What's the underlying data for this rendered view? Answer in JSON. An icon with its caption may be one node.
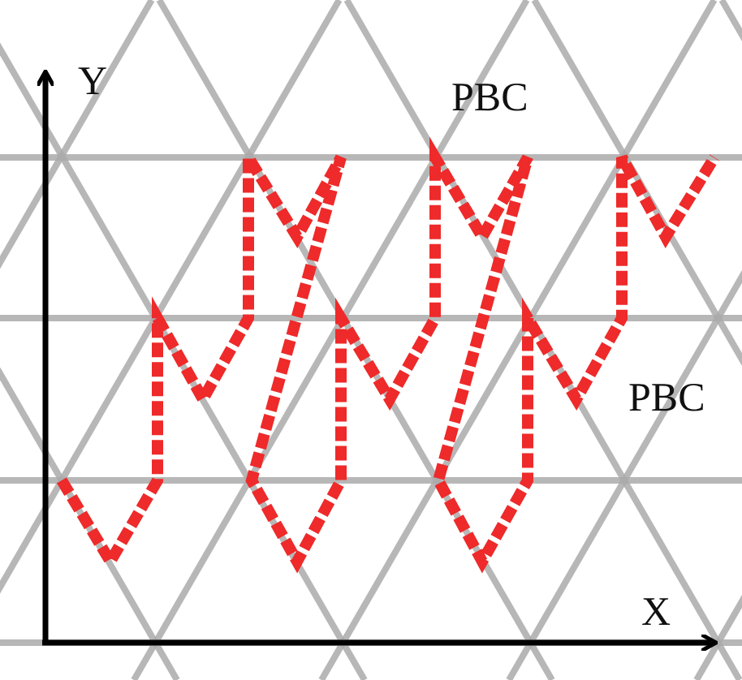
{
  "diagram": {
    "labels": [
      "Y",
      "PBC",
      "PBC",
      "X"
    ]
  }
}
